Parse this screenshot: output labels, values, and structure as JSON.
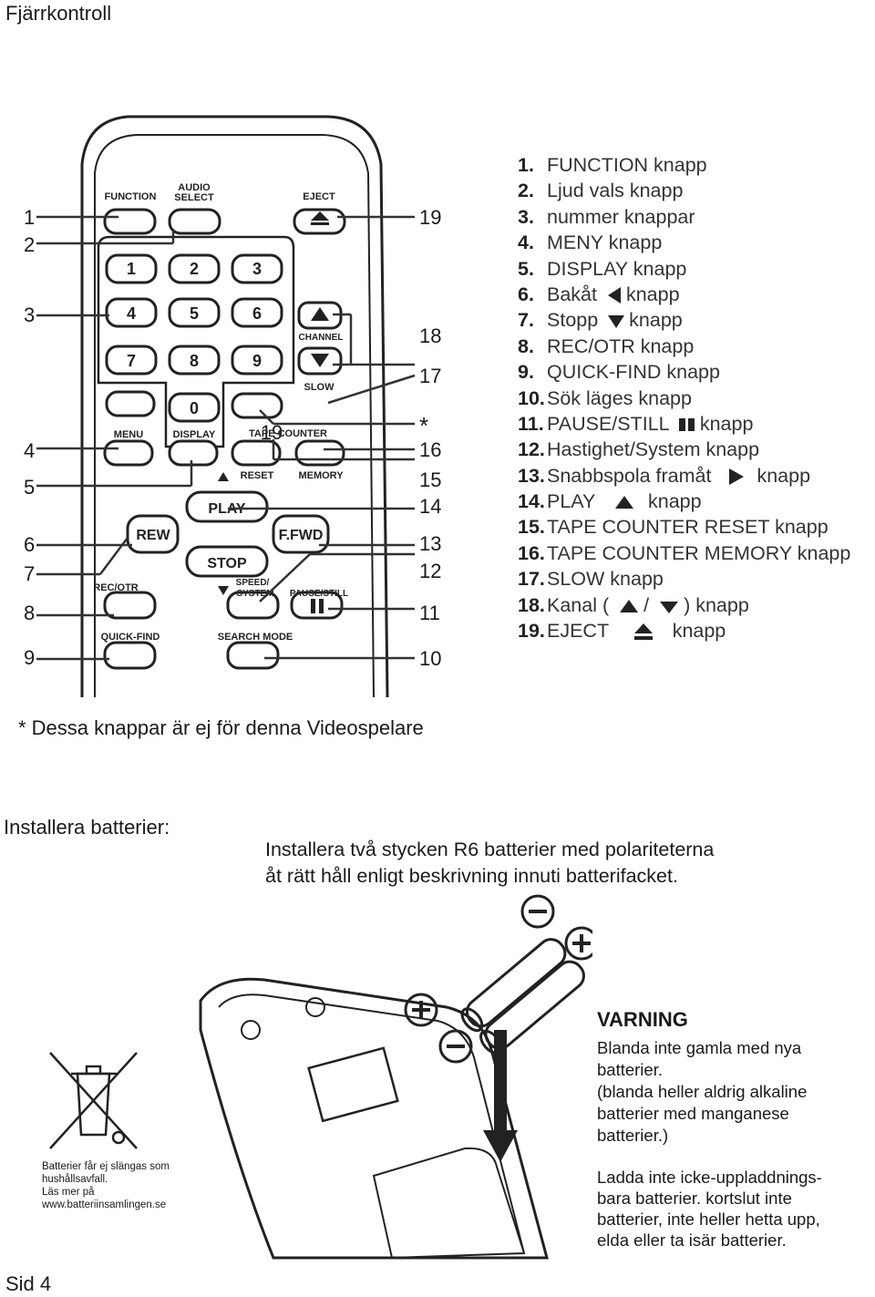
{
  "page_title": "Fjärrkontroll",
  "left_numbers": [
    "1",
    "2",
    "3",
    "4",
    "5",
    "6",
    "7",
    "8",
    "9"
  ],
  "right_numbers": [
    "19",
    "18",
    "17",
    "*",
    "16",
    "15",
    "14",
    "13",
    "12",
    "11",
    "10"
  ],
  "inner_number": "19",
  "remote_labels": {
    "function": "FUNCTION",
    "audio_select": "AUDIO SELECT",
    "audio_select_l1": "AUDIO",
    "audio_select_l2": "SELECT",
    "eject": "EJECT",
    "digits": [
      "1",
      "2",
      "3",
      "4",
      "5",
      "6",
      "7",
      "8",
      "9",
      "0"
    ],
    "channel": "CHANNEL",
    "slow": "SLOW",
    "menu": "MENU",
    "display": "DISPLAY",
    "tape_counter": "TAPE COUNTER",
    "reset": "RESET",
    "memory": "MEMORY",
    "play": "PLAY",
    "rew": "REW",
    "ffwd": "F.FWD",
    "stop": "STOP",
    "rec_otr": "REC/OTR",
    "speed_system_l1": "SPEED/",
    "speed_system_l2": "SYSTEM",
    "pause_still": "PAUSE/STILL",
    "quick_find": "QUICK-FIND",
    "search_mode": "SEARCH MODE"
  },
  "legend": [
    {
      "n": "1.",
      "text": "FUNCTION knapp"
    },
    {
      "n": "2.",
      "text": "Ljud vals knapp"
    },
    {
      "n": "3.",
      "text": "nummer knappar"
    },
    {
      "n": "4.",
      "text": "MENY knapp"
    },
    {
      "n": "5.",
      "text": "DISPLAY knapp"
    },
    {
      "n": "6.",
      "pre": "Bakåt",
      "icon": "left-triangle-icon",
      "post": "knapp"
    },
    {
      "n": "7.",
      "pre": "Stopp",
      "icon": "down-triangle-icon",
      "post": "knapp"
    },
    {
      "n": "8.",
      "text": "REC/OTR knapp"
    },
    {
      "n": "9.",
      "text": "QUICK-FIND knapp"
    },
    {
      "n": "10.",
      "text": "Sök läges knapp"
    },
    {
      "n": "11.",
      "pre": "PAUSE/STILL",
      "icon": "pause-icon",
      "post": "knapp"
    },
    {
      "n": "12.",
      "text": "Hastighet/System knapp"
    },
    {
      "n": "13.",
      "pre": "Snabbspola framåt",
      "icon": "right-triangle-icon",
      "post": "knapp"
    },
    {
      "n": "14.",
      "pre": "PLAY",
      "icon": "up-triangle-icon",
      "post": "knapp"
    },
    {
      "n": "15.",
      "text": "TAPE COUNTER RESET knapp"
    },
    {
      "n": "16.",
      "text": "TAPE COUNTER MEMORY knapp"
    },
    {
      "n": "17.",
      "text": "SLOW knapp"
    },
    {
      "n": "18.",
      "pre": "Kanal  (",
      "icon": "up-triangle-icon",
      "mid": "/",
      "icon2": "down-triangle-icon",
      "post": ") knapp"
    },
    {
      "n": "19.",
      "pre": "EJECT",
      "icon": "eject-icon",
      "post": "knapp"
    }
  ],
  "footnote": "* Dessa knappar är ej för denna Videospelare",
  "battery": {
    "heading": "Installera batterier:",
    "line1": "Installera två stycken R6 batterier med polariteterna",
    "line2": "åt rätt håll enligt beskrivning innuti batterifacket."
  },
  "warning": {
    "heading": "VARNING",
    "t1": "Blanda inte gamla med nya",
    "t2": "batterier.",
    "t3": "(blanda heller aldrig alkaline",
    "t4": "batterier med manganese",
    "t5": "batterier.)",
    "u1": "Ladda inte icke-uppladdnings-",
    "u2": "bara batterier. kortslut inte",
    "u3": "batterier, inte heller hetta upp,",
    "u4": "elda eller ta isär batterier."
  },
  "recycle": {
    "l1": "Batterier får ej slängas som",
    "l2": "hushållsavfall.",
    "l3": "Läs mer på",
    "l4": "www.batteriinsamlingen.se"
  },
  "page_number": "Sid 4"
}
